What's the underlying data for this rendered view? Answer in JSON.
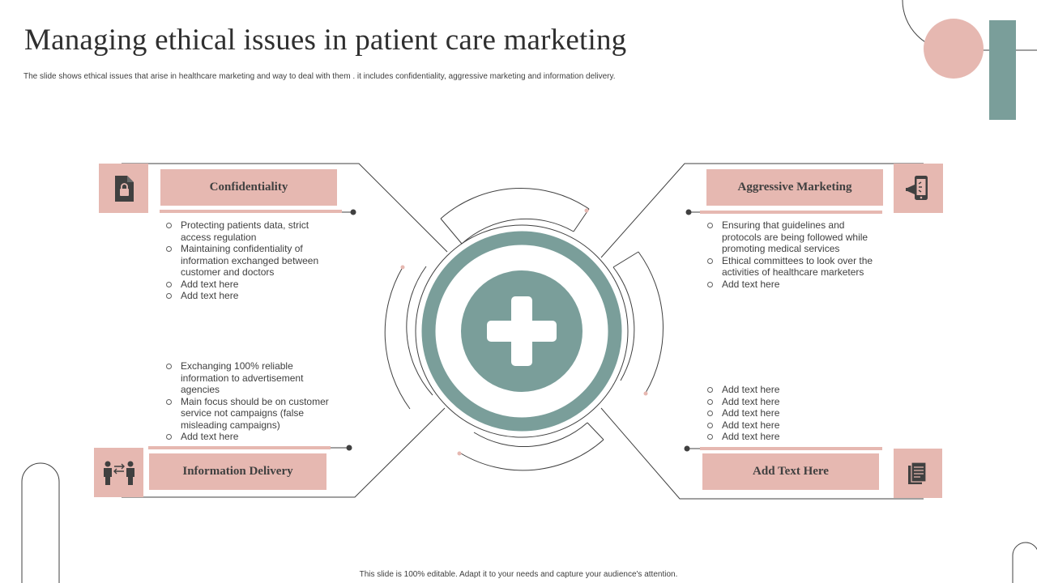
{
  "title": "Managing ethical issues in patient care marketing",
  "subtitle": "The slide shows ethical issues that arise in healthcare marketing  and  way to deal with them .  it includes confidentiality, aggressive marketing and information delivery.",
  "footer": "This slide is 100% editable.  Adapt it to your needs and capture your audience's attention.",
  "colors": {
    "accent_pink": "#e6b8b1",
    "accent_teal": "#7a9e9a",
    "text": "#404040"
  },
  "center_icon": "medical-cross-icon",
  "sections": [
    {
      "label": "Confidentiality",
      "icon": "document-lock-icon",
      "bullets": [
        "Protecting patients data, strict access regulation",
        "Maintaining confidentiality of information exchanged between customer and doctors",
        "Add text here",
        "Add text here"
      ]
    },
    {
      "label": "Aggressive  Marketing",
      "icon": "phone-megaphone-icon",
      "bullets": [
        "Ensuring that guidelines and protocols are being followed while promoting medical services",
        "Ethical committees to look over the activities of healthcare marketers",
        "Add text here"
      ]
    },
    {
      "label": "Information Delivery",
      "icon": "people-exchange-icon",
      "bullets": [
        "Exchanging 100% reliable information to advertisement agencies",
        "Main focus should be on customer service not campaigns (false misleading campaigns)",
        "Add text here"
      ]
    },
    {
      "label": "Add Text Here",
      "icon": "documents-icon",
      "bullets": [
        "Add text here",
        "Add text here",
        "Add text here",
        "Add text here",
        "Add text here"
      ]
    }
  ]
}
